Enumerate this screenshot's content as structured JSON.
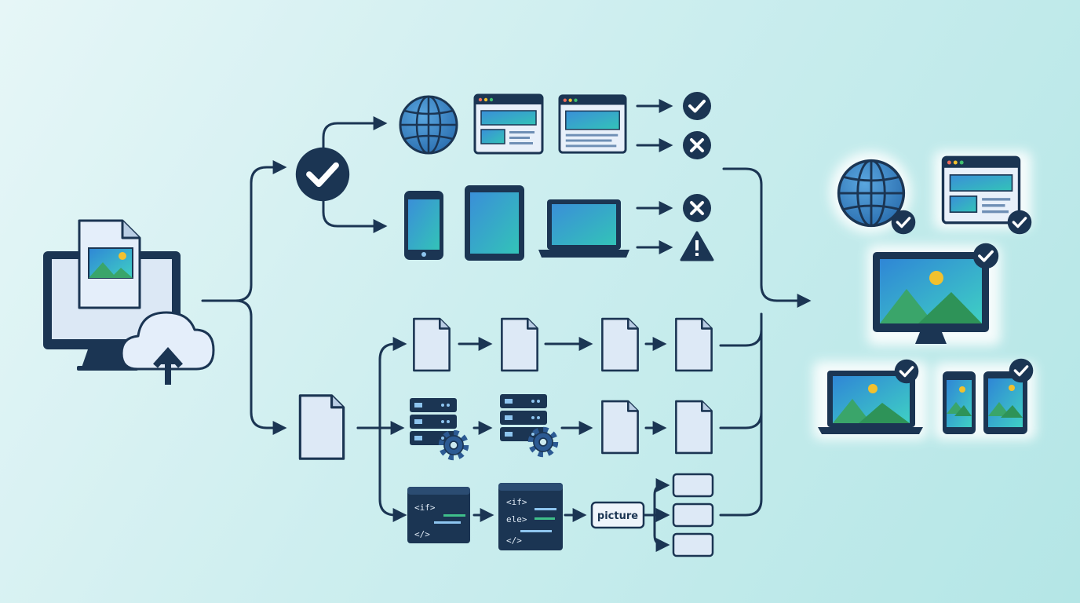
{
  "colors": {
    "navy": "#1b3553",
    "doc_fill": "#dde9f6",
    "screen_blue": "#3a8fd8",
    "screen_teal": "#33c3b8",
    "hill_green": "#3aa56a",
    "sun": "#f2c12e",
    "glow": "#8ee8ec"
  },
  "icons": [
    "upload-cloud-icon",
    "image-file-icon",
    "desktop-monitor-icon",
    "check-circle-icon",
    "globe-icon",
    "browser-window-icon",
    "smartphone-icon",
    "tablet-icon",
    "laptop-icon",
    "x-circle-icon",
    "warning-triangle-icon",
    "document-icon",
    "server-icon",
    "gear-icon",
    "code-window-icon",
    "picture-element-box"
  ],
  "code_blocks": {
    "left": {
      "line1": "<if>",
      "line2": "</>"
    },
    "right": {
      "line1": "<if>",
      "line2": "ele>",
      "line3": "</>"
    }
  },
  "picture_label": "picture"
}
